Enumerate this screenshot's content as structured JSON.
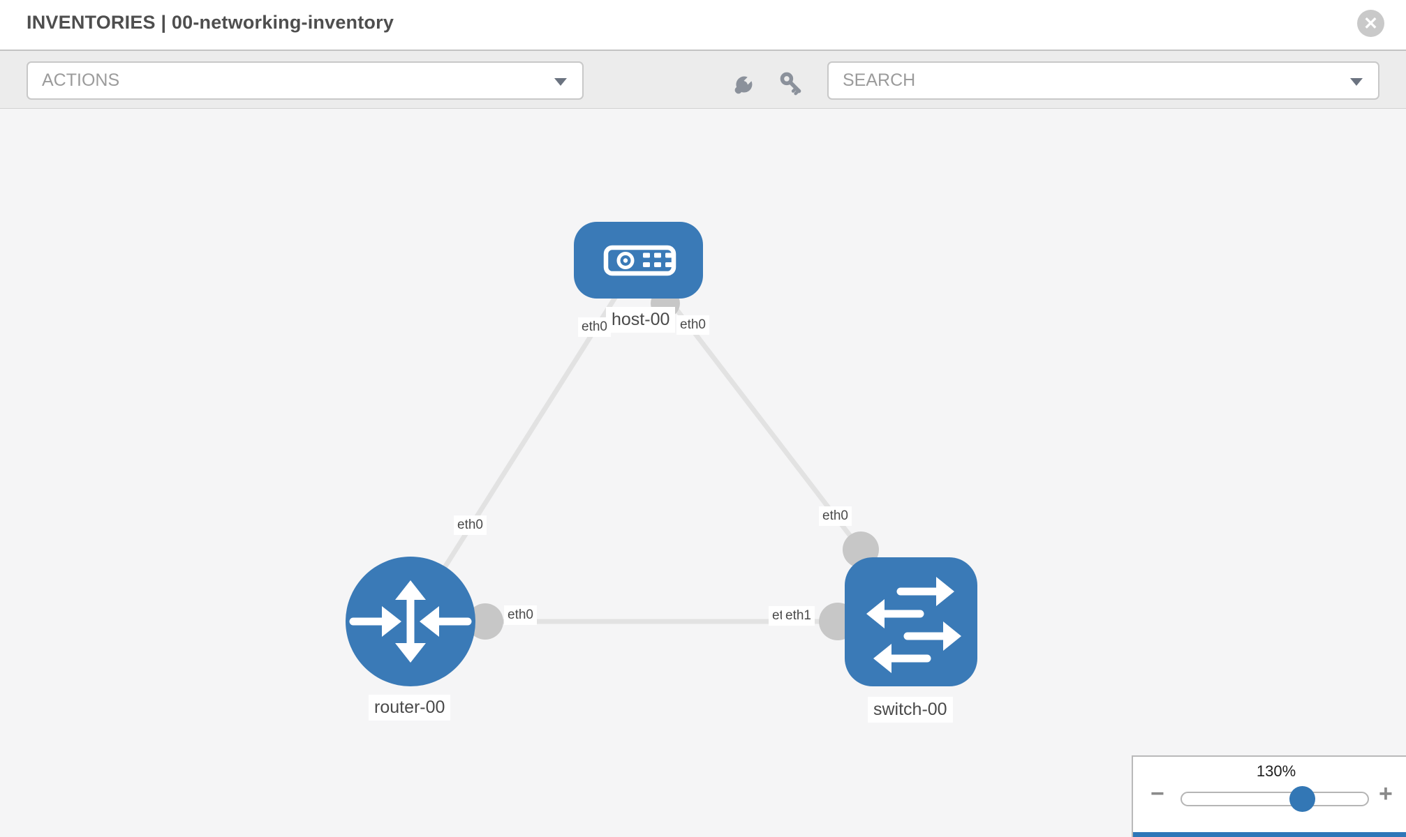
{
  "header": {
    "title": "INVENTORIES | 00-networking-inventory",
    "close_icon": "✕"
  },
  "toolbar": {
    "actions_placeholder": "ACTIONS",
    "search_placeholder": "SEARCH",
    "icons": [
      "wrench-icon",
      "key-icon"
    ]
  },
  "diagram": {
    "nodes": [
      {
        "id": "host-00",
        "label": "host-00",
        "type": "host",
        "icon": "host-icon"
      },
      {
        "id": "router-00",
        "label": "router-00",
        "type": "router",
        "icon": "router-icon"
      },
      {
        "id": "switch-00",
        "label": "switch-00",
        "type": "switch",
        "icon": "switch-icon"
      }
    ],
    "links": [
      {
        "from": "host-00",
        "from_interface": "eth0",
        "to": "router-00",
        "to_interface": "eth0"
      },
      {
        "from": "host-00",
        "from_interface": "eth0",
        "to": "switch-00",
        "to_interface": "eth0"
      },
      {
        "from": "router-00",
        "from_interface": "eth0",
        "to": "switch-00",
        "to_interface": "eth1"
      }
    ],
    "switch_left_port_labels": [
      "eth0",
      "eth1"
    ]
  },
  "zoom": {
    "level": "130%",
    "zoom_out_icon": "−",
    "zoom_in_icon": "+"
  },
  "colors": {
    "node_blue": "#3a7ab7",
    "port_gray": "#c7c7c7",
    "edge_gray": "#e2e2e2",
    "slider_thumb_blue": "#3377b5",
    "key_panel_blue": "#2e77b8",
    "toolbar_gray": "#ececec",
    "canvas_gray": "#f5f5f6"
  }
}
